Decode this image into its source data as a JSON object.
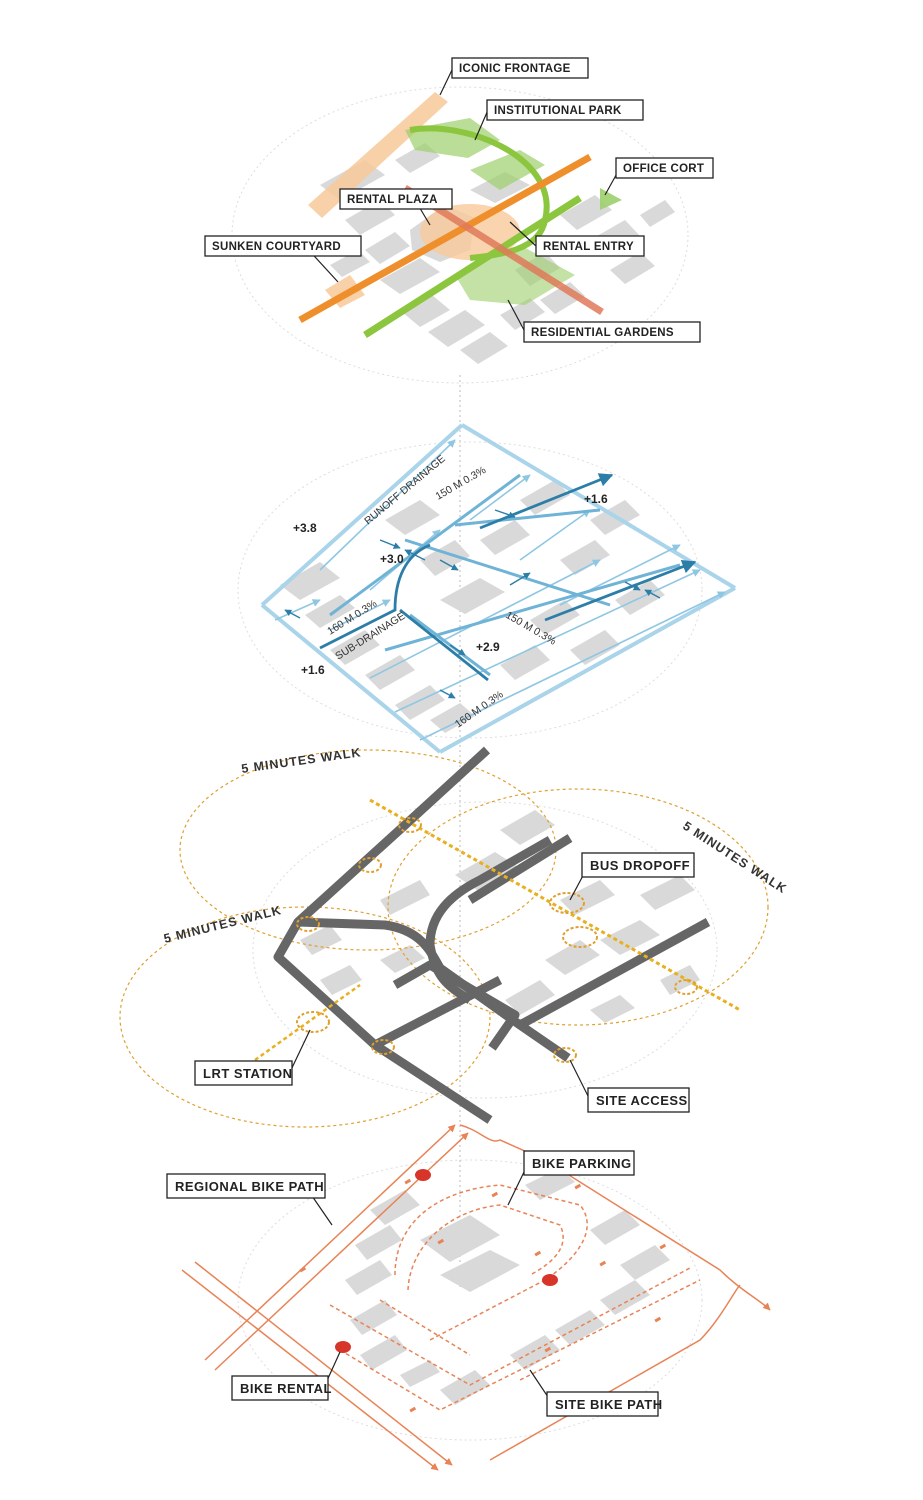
{
  "layer1": {
    "labels": {
      "iconic_frontage": "ICONIC FRONTAGE",
      "institutional_park": "INSTITUTIONAL PARK",
      "office_cort": "OFFICE CORT",
      "rental_plaza": "RENTAL PLAZA",
      "sunken_courtyard": "SUNKEN COURTYARD",
      "rental_entry": "RENTAL ENTRY",
      "residential_gardens": "RESIDENTIAL GARDENS"
    },
    "colors": {
      "frontage": "#f8c99a",
      "park": "#9ccf6b",
      "axis": "#ef8f2c",
      "entry": "#e07a5a",
      "green_axis": "#8cc63f"
    }
  },
  "layer2": {
    "labels": {
      "runoff_drainage": "RUNOFF DRAINAGE",
      "sub_drainage": "SUB-DRAINAGE",
      "dim_top": "150 M 0.3%",
      "dim_left": "160 M 0.3%",
      "dim_mid": "150 M 0.3%",
      "dim_bottom": "160 M 0.3%"
    },
    "elevations": {
      "e1": "+3.8",
      "e2": "+3.0",
      "e3": "+1.6",
      "e4": "+1.6",
      "e5": "+2.9"
    },
    "colors": {
      "light": "#a9d4ea",
      "mid": "#6fb3d6",
      "dark": "#2c7ea8"
    }
  },
  "layer3": {
    "labels": {
      "walk_1": "5 MINUTES WALK",
      "walk_2": "5 MINUTES WALK",
      "walk_3": "5 MINUTES WALK",
      "bus_dropoff": "BUS DROPOFF",
      "lrt_station": "LRT STATION",
      "site_access": "SITE ACCESS"
    },
    "colors": {
      "road": "#666666",
      "ring": "#e0a030",
      "transit": "#e8b020"
    }
  },
  "layer4": {
    "labels": {
      "regional_bike_path": "REGIONAL BIKE PATH",
      "bike_parking": "BIKE PARKING",
      "bike_rental": "BIKE RENTAL",
      "site_bike_path": "SITE BIKE PATH"
    },
    "colors": {
      "path": "#e88356",
      "rental": "#d8352a"
    }
  }
}
